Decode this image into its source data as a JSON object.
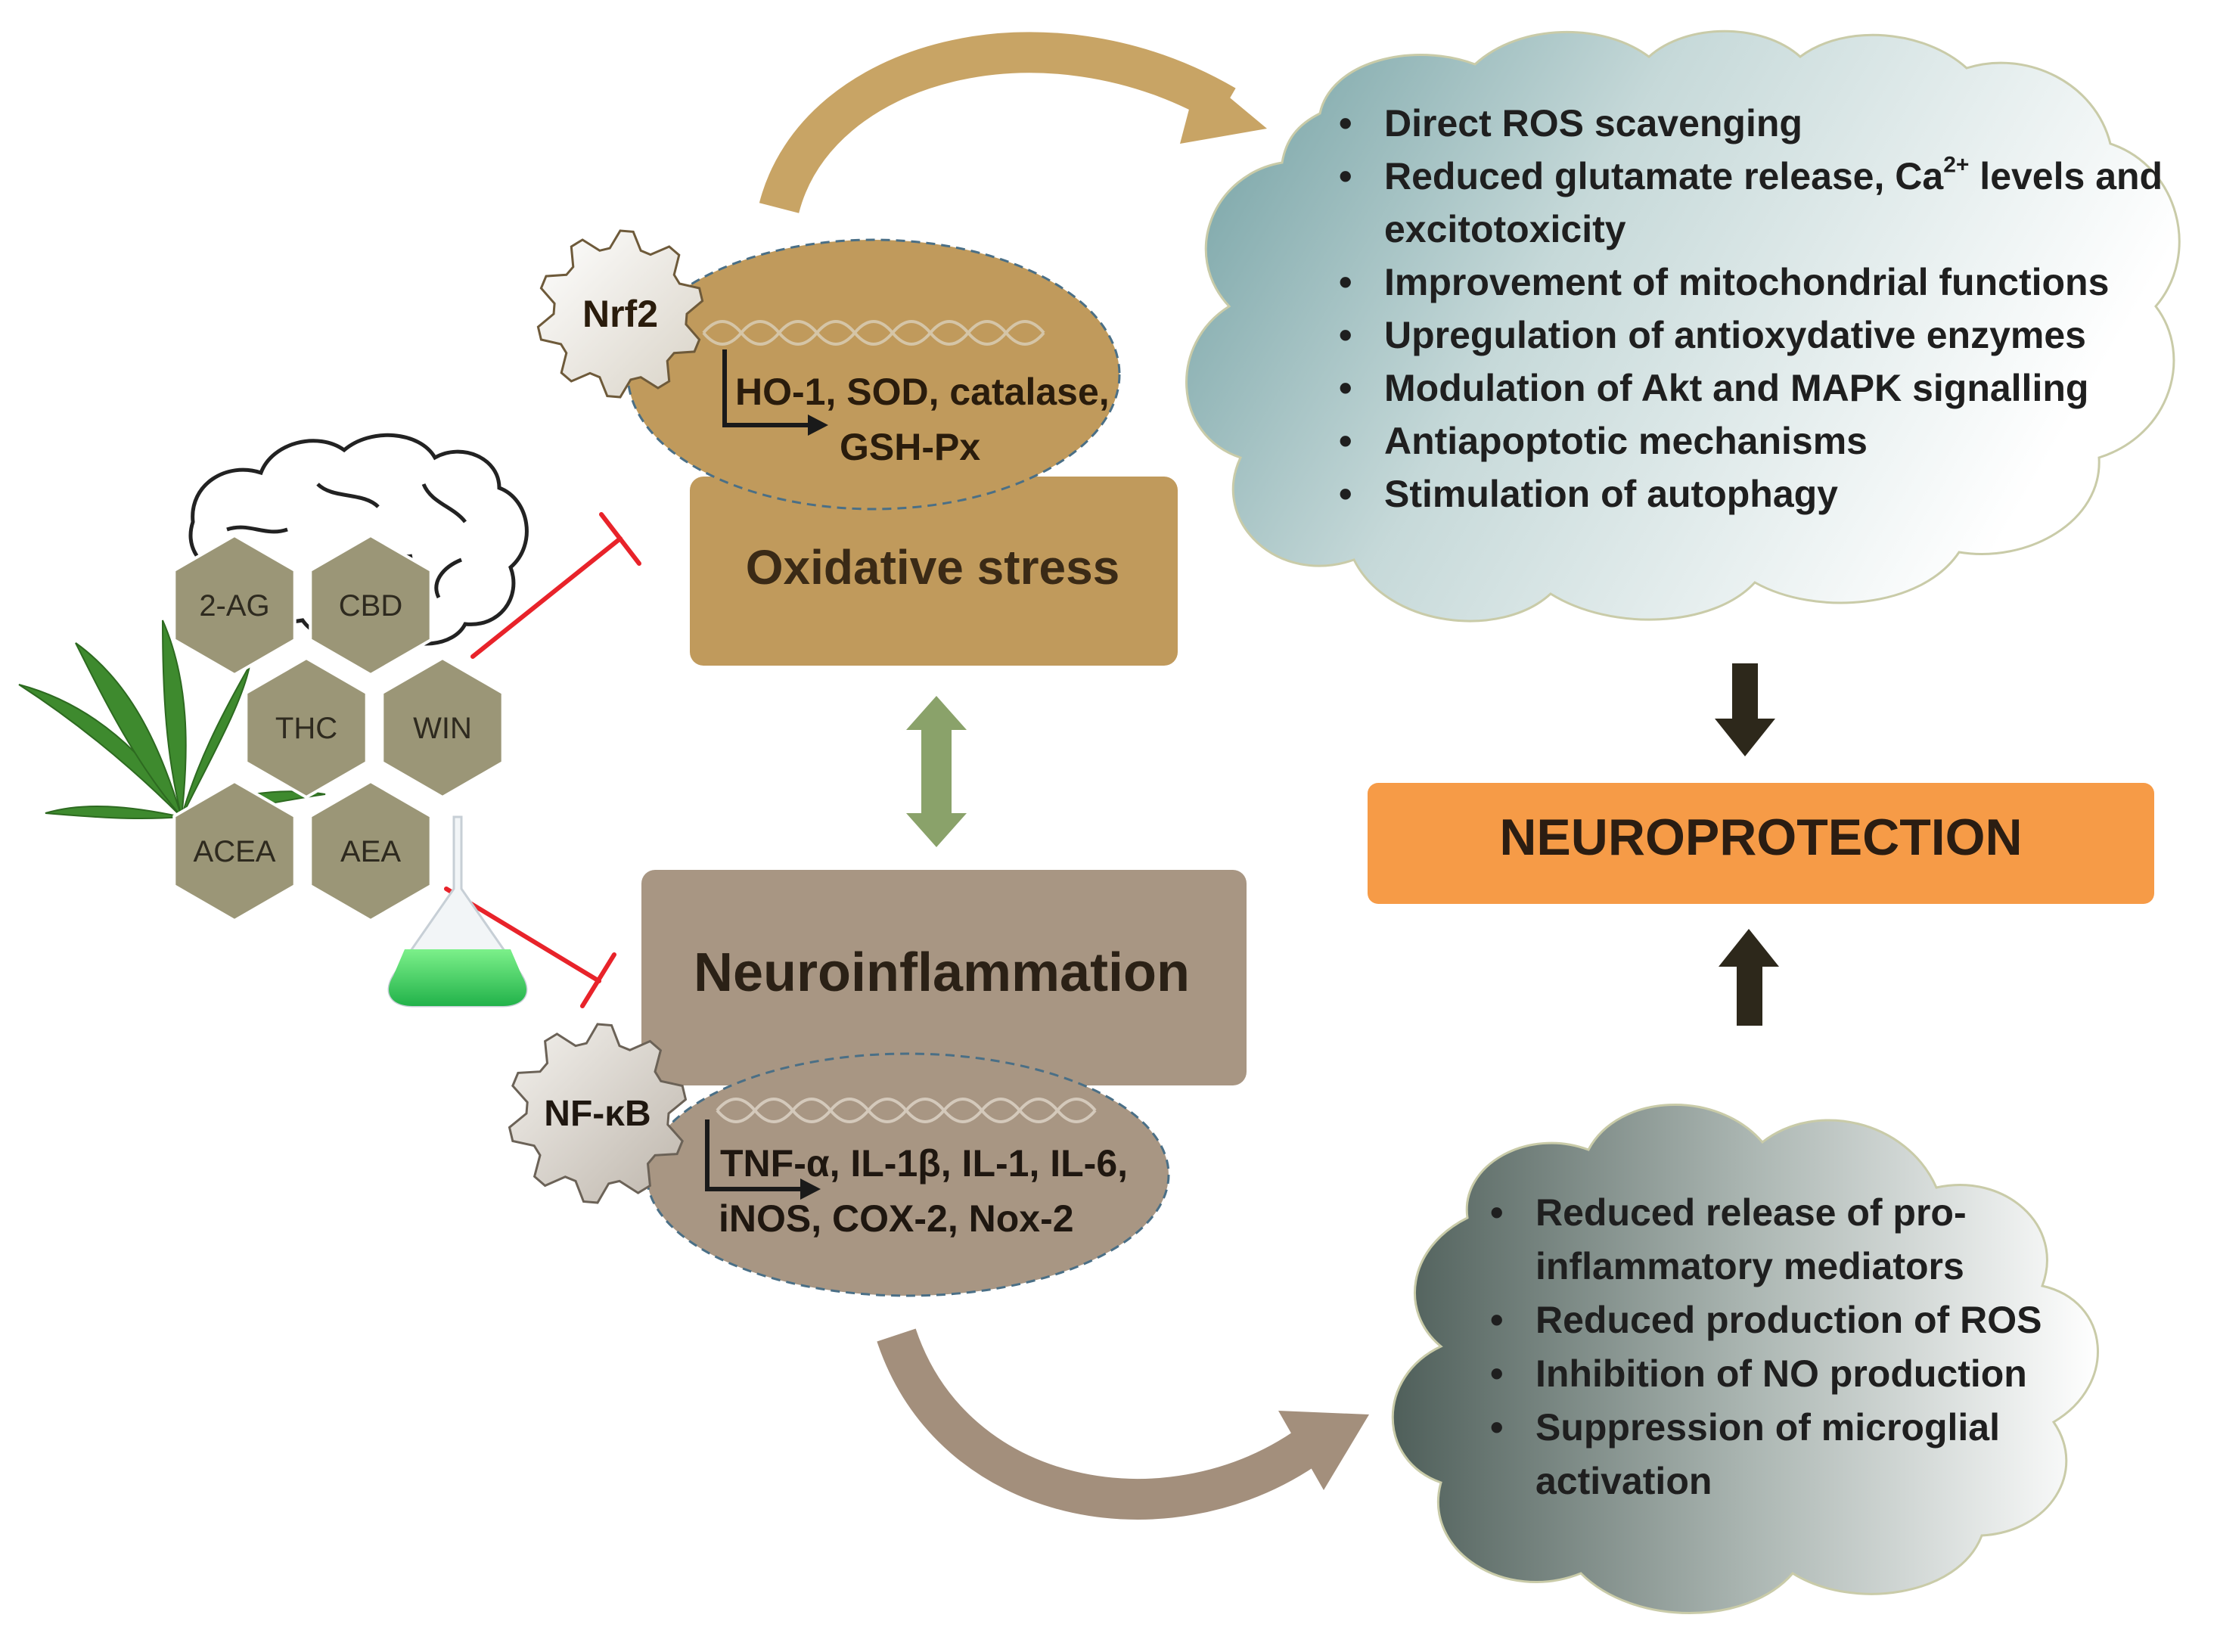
{
  "cannabinoids": [
    "2-AG",
    "CBD",
    "THC",
    "WIN",
    "ACEA",
    "AEA"
  ],
  "oxidative": {
    "box_label": "Oxidative stress",
    "factor": "Nrf2",
    "genes_line1": "HO-1, SOD, catalase,",
    "genes_line2": "GSH-Px"
  },
  "inflammation": {
    "box_label": "Neuroinflammation",
    "factor": "NF-κB",
    "genes_line1": "TNF-α, IL-1β, IL-1, IL-6,",
    "genes_line2": "iNOS, COX-2, Nox-2"
  },
  "antioxidant_effects": [
    {
      "text": "Direct ROS scavenging"
    },
    {
      "pre": "Reduced glutamate release, Ca",
      "sup": "2+",
      "post": " levels and excitotoxicity"
    },
    {
      "text": "Improvement of mitochondrial functions"
    },
    {
      "text": "Upregulation of antioxydative enzymes"
    },
    {
      "text": "Modulation of Akt and  MAPK signalling"
    },
    {
      "text": "Antiapoptotic mechanisms"
    },
    {
      "text": "Stimulation of autophagy"
    }
  ],
  "antiinflammatory_effects": [
    "Reduced release of pro-inflammatory mediators",
    "Reduced production of ROS",
    "Inhibition of NO production",
    "Suppression of microglial activation"
  ],
  "outcome": "NEUROPROTECTION",
  "colors": {
    "oxidative": "#c09a5c",
    "inflammation": "#a89683",
    "hexagon": "#9b9677",
    "outcome": "#f69b47",
    "inhibition": "#e8232a",
    "double_arrow": "#8aa26a",
    "cloud_top": "#6e9da0",
    "cloud_bottom": "#5a6b66"
  }
}
